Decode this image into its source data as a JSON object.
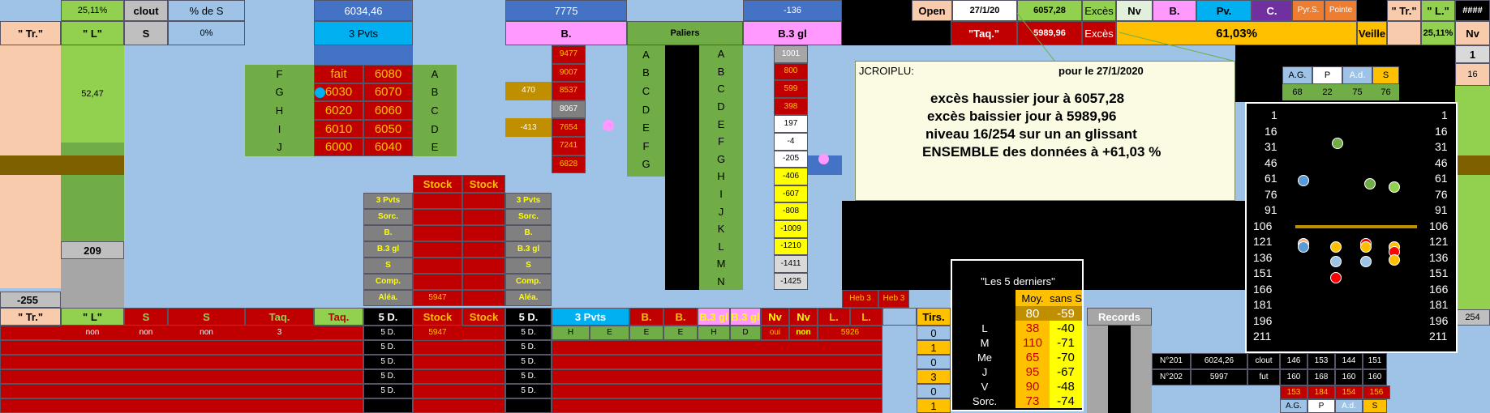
{
  "top": {
    "pct": "25,11%",
    "clout": "clout",
    "pctS": "% de S",
    "v6034": "6034,46",
    "v7775": "7775",
    "vm136": "-136",
    "open": "Open",
    "date": "27/1/20",
    "v6057": "6057,28",
    "exces": "Excès",
    "nv": "Nv",
    "b": "B.",
    "pv": "Pv.",
    "c": "C.",
    "pyrs": "Pyr.S.",
    "pointe": "Pointe",
    "tr": "\" Tr.\"",
    "lq": "\" L.\"",
    "hash": "####"
  },
  "row2": {
    "tr": "\" Tr.\"",
    "l": "\" L\"",
    "s": "S",
    "zero": "0%",
    "pvts": "3 Pvts",
    "b": "B.",
    "paliers": "Paliers",
    "b3": "B.3 gl",
    "taq": "\"Taq.\"",
    "v5989": "5989,96",
    "exces": "Excès",
    "pct61": "61,03%",
    "veille": "Veille",
    "pct25": "25,11%",
    "nv": "Nv"
  },
  "leftcol": {
    "val1": "52,47",
    "val2": "209",
    "val3": "-255"
  },
  "grid": {
    "left_labels": [
      "F",
      "G",
      "H",
      "I",
      "J"
    ],
    "col_fait": [
      "fait",
      "6030",
      "6020",
      "6010",
      "6000"
    ],
    "col2": [
      "6080",
      "6070",
      "6060",
      "6050",
      "6040"
    ],
    "right_labels": [
      "A",
      "B",
      "C",
      "D",
      "E"
    ]
  },
  "bcol": {
    "values": [
      "9477",
      "9007",
      "8537",
      "8067",
      "7654",
      "7241",
      "6828"
    ],
    "side": [
      "",
      "",
      "470",
      "",
      "-413",
      "",
      ""
    ]
  },
  "paliers": {
    "left": [
      "A",
      "B",
      "C",
      "D",
      "E",
      "F",
      "G"
    ],
    "right": [
      "A",
      "B",
      "C",
      "D",
      "E",
      "F",
      "G",
      "H",
      "I",
      "J",
      "K",
      "L",
      "M",
      "N"
    ]
  },
  "b3": {
    "values": [
      "1001",
      "800",
      "599",
      "398",
      "197",
      "-4",
      "-205",
      "-406",
      "-607",
      "-808",
      "-1009",
      "-1210",
      "-1411",
      "-1425"
    ]
  },
  "stock": {
    "h1": "Stock",
    "h2": "Stock",
    "left": [
      "3 Pvts",
      "Sorc.",
      "B.",
      "B.3 gl",
      "S",
      "Comp.",
      "Aléa."
    ],
    "right": [
      "3 Pvts",
      "Sorc.",
      "B.",
      "B.3 gl",
      "S",
      "Comp.",
      "Aléa."
    ],
    "val5947": "5947"
  },
  "heb": {
    "h1": "Heb 3",
    "h2": "Heb 3"
  },
  "note": {
    "hdr": "JCROIPLU:",
    "date": "pour le  27/1/2020",
    "lines": [
      "excès haussier jour à 6057,28",
      "excès baissier jour à 5989,96",
      "niveau 16/254 sur un an glissant",
      "ENSEMBLE des données à +61,03 %"
    ]
  },
  "bottomhdr": {
    "tr": "\" Tr.\"",
    "l": "\" L\"",
    "s1": "S",
    "s2": "S",
    "taq1": "Taq.",
    "taq2": "Taq.",
    "fd": "5 D.",
    "stock1": "Stock",
    "stock2": "Stock",
    "fd2": "5 D.",
    "pvts": "3 Pvts",
    "b1": "B.",
    "b2": "B.",
    "b3a": "B.3 gl",
    "b3b": "B.3 gl",
    "nv1": "Nv",
    "nv2": "Nv",
    "l1": "L.",
    "l2": "L.",
    "tirs": "Tirs."
  },
  "bottomrow": {
    "c1": "non",
    "c2": "non",
    "c3": "non",
    "c4": "3",
    "stock": "5947",
    "vals": [
      "H",
      "E",
      "E",
      "E",
      "H",
      "D"
    ],
    "oui": "oui",
    "non": "non",
    "v5926": "5926"
  },
  "fiveD": [
    "5 D.",
    "5 D.",
    "5 D.",
    "5 D.",
    "5 D."
  ],
  "derniers": {
    "title": "\"Les 5 derniers\"",
    "moy": "Moy.",
    "sans": "sans S",
    "rows": [
      {
        "d": "",
        "a": "80",
        "b": "-59"
      },
      {
        "d": "L",
        "a": "38",
        "b": "-40"
      },
      {
        "d": "M",
        "a": "110",
        "b": "-71"
      },
      {
        "d": "Me",
        "a": "65",
        "b": "-70"
      },
      {
        "d": "J",
        "a": "95",
        "b": "-67"
      },
      {
        "d": "V",
        "a": "90",
        "b": "-48"
      },
      {
        "d": "Sorc.",
        "a": "73",
        "b": "-74"
      }
    ],
    "tirs": [
      "0",
      "1",
      "0",
      "3",
      "0",
      "1"
    ]
  },
  "records": {
    "label": "Records"
  },
  "nrows": [
    {
      "n": "N°201",
      "v": "6024,26",
      "t": "clout",
      "a": "146",
      "b": "153",
      "c": "144",
      "d": "151"
    },
    {
      "n": "N°202",
      "v": "5997",
      "t": "fut",
      "a": "160",
      "b": "168",
      "c": "160",
      "d": "160"
    }
  ],
  "nrow3": {
    "a": "153",
    "b": "184",
    "c": "154",
    "d": "156"
  },
  "legendHdr": {
    "ag": "A.G.",
    "p": "P",
    "ad": "A.d.",
    "s": "S",
    "v": [
      "68",
      "22",
      "75",
      "76"
    ]
  },
  "legendFtr": {
    "ag": "A.G.",
    "p": "P",
    "ad": "A.d.",
    "s": "S"
  },
  "scale": {
    "ticks": [
      "1",
      "16",
      "31",
      "46",
      "61",
      "76",
      "91",
      "106",
      "121",
      "136",
      "151",
      "166",
      "181",
      "196",
      "211"
    ]
  },
  "right": {
    "one": "1",
    "sixteen": "16",
    "v254": "254"
  },
  "colors": {
    "green": "#70ad47",
    "red": "#c00000",
    "pink": "#ff99ff",
    "yellow": "#ffff00",
    "orange": "#ffc000",
    "salmon": "#f8cbad",
    "lime": "#92d050",
    "blue": "#4472c4",
    "cyan": "#00b0f0"
  }
}
